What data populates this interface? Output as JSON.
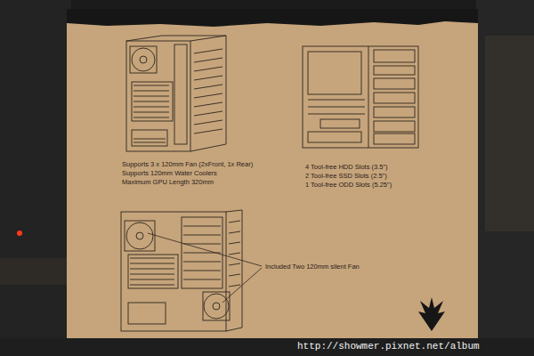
{
  "diagram": {
    "labels": [
      "Supports 3 x 120mm Fan (2xFront, 1x Rear)",
      "Supports 120mm Water Coolers",
      "Maximum GPU Length 320mm",
      "4 Tool-free HDD Slots (3.5\")",
      "2 Tool-free SSD Slots (2.5\")",
      "1 Tool-free ODD Slots (5.25\")",
      "Included Two 120mm silent Fan",
      "http://showmer.pixnet.net/album"
    ]
  }
}
